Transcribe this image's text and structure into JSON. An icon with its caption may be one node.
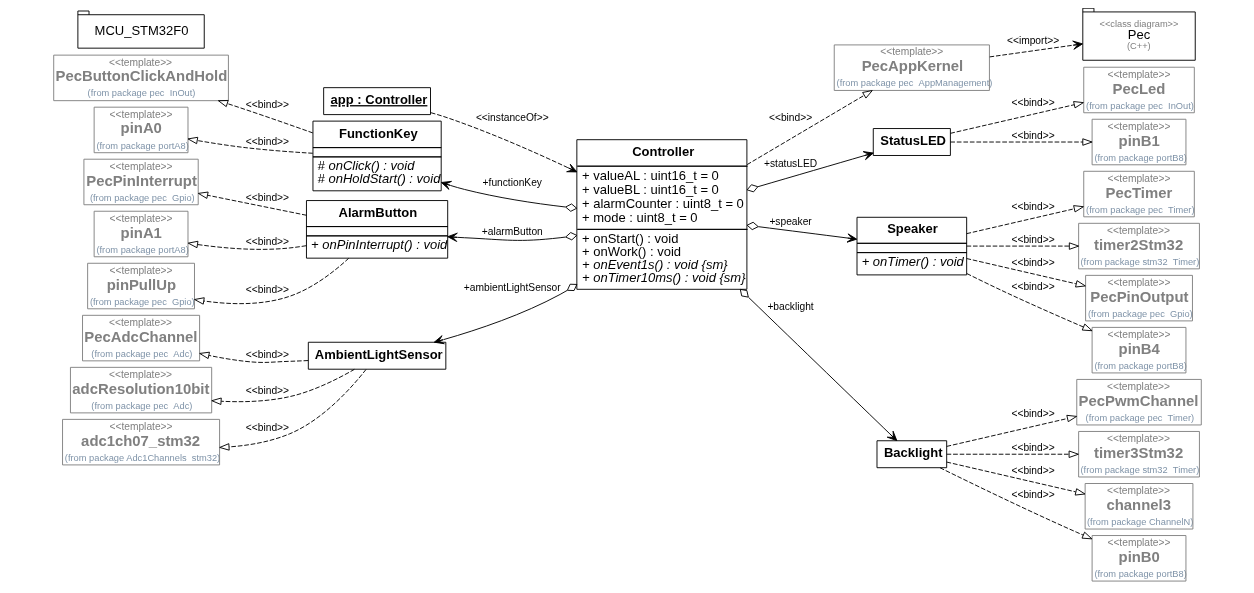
{
  "diagram": {
    "nodes": [
      {
        "text": [
          "app : Controller"
        ]
      },
      {
        "text": [
          "<<template>>",
          "PecAppKernel",
          "(from package pec  AppManagement)"
        ]
      },
      {
        "text": [
          "<<class diagram>>",
          "Pec",
          "(C++)"
        ]
      },
      {
        "text": [
          "MCU_STM32F0"
        ]
      },
      {
        "text": [
          "Controller",
          "+ valueAL : uint16_t = 0",
          "+ valueBL : uint16_t = 0",
          "+ alarmCounter : uint8_t = 0",
          "+ mode : uint8_t = 0",
          "+ onStart() : void",
          "+ onWork() : void",
          "+ onEvent1s() : void {sm}",
          "+ onTimer10ms() : void {sm}"
        ]
      },
      {
        "text": [
          "<<template>>",
          "PecButtonClickAndHold",
          "(from package pec  InOut)"
        ]
      },
      {
        "text": [
          "<<template>>",
          "pinA0",
          "(from package portA8)"
        ]
      },
      {
        "text": [
          "FunctionKey",
          "# onClick() : void",
          "# onHoldStart() : void"
        ]
      },
      {
        "text": [
          "StatusLED"
        ]
      },
      {
        "text": [
          "<<template>>",
          "PecLed",
          "(from package pec  InOut)"
        ]
      },
      {
        "text": [
          "<<template>>",
          "pinB1",
          "(from package portB8)"
        ]
      },
      {
        "text": [
          "<<template>>",
          "PecPinInterrupt",
          "(from package pec  Gpio)"
        ]
      },
      {
        "text": [
          "<<template>>",
          "pinA1",
          "(from package portA8)"
        ]
      },
      {
        "text": [
          "<<template>>",
          "pinPullUp",
          "(from package pec  Gpio)"
        ]
      },
      {
        "text": [
          "AlarmButton",
          "+ onPinInterrupt() : void"
        ]
      },
      {
        "text": [
          "Speaker",
          "+ onTimer() : void"
        ]
      },
      {
        "text": [
          "<<template>>",
          "PecTimer",
          "(from package pec  Timer)"
        ]
      },
      {
        "text": [
          "<<template>>",
          "timer2Stm32",
          "(from package stm32  Timer)"
        ]
      },
      {
        "text": [
          "<<template>>",
          "PecPinOutput",
          "(from package pec  Gpio)"
        ]
      },
      {
        "text": [
          "<<template>>",
          "pinB4",
          "(from package portB8)"
        ]
      },
      {
        "text": [
          "Backlight"
        ]
      },
      {
        "text": [
          "<<template>>",
          "PecPwmChannel",
          "(from package pec  Timer)"
        ]
      },
      {
        "text": [
          "<<template>>",
          "timer3Stm32",
          "(from package stm32  Timer)"
        ]
      },
      {
        "text": [
          "<<template>>",
          "channel3",
          "(from package ChannelN)"
        ]
      },
      {
        "text": [
          "<<template>>",
          "pinB0",
          "(from package portB8)"
        ]
      },
      {
        "text": [
          "<<template>>",
          "PecAdcChannel",
          "(from package pec  Adc)"
        ]
      },
      {
        "text": [
          "<<template>>",
          "adcResolution10bit",
          "(from package pec  Adc)"
        ]
      },
      {
        "text": [
          "<<template>>",
          "adc1ch07_stm32",
          "(from package Adc1Channels  stm32)"
        ]
      },
      {
        "text": [
          "AmbientLightSensor"
        ]
      }
    ],
    "edges": [
      {
        "from": 0,
        "to": 4,
        "arrow": "to",
        "label": "<<instanceOf>>",
        "style": "dashed"
      },
      {
        "from": 4,
        "to": 1,
        "arrow": "to",
        "label": "<<bind>>",
        "style": "dashed"
      },
      {
        "from": 1,
        "to": 2,
        "arrow": "to",
        "label": "<<import>>",
        "style": "dashed"
      },
      {
        "from": 4,
        "to": 7,
        "arrow": "to",
        "label": "+functionKey"
      },
      {
        "from": 4,
        "to": 8,
        "arrow": "to",
        "label": "+statusLED"
      },
      {
        "from": 4,
        "to": 14,
        "arrow": "to",
        "label": "+alarmButton"
      },
      {
        "from": 4,
        "to": 15,
        "arrow": "to",
        "label": "+speaker"
      },
      {
        "from": 4,
        "to": 20,
        "arrow": "to",
        "label": "+backlight"
      },
      {
        "from": 4,
        "to": 28,
        "arrow": "to",
        "label": "+ambientLightSensor"
      },
      {
        "from": 7,
        "to": 5,
        "arrow": "to",
        "label": "<<bind>>",
        "style": "dashed"
      },
      {
        "from": 7,
        "to": 6,
        "arrow": "to",
        "label": "<<bind>>",
        "style": "dashed"
      },
      {
        "from": 8,
        "to": 9,
        "arrow": "to",
        "label": "<<bind>>",
        "style": "dashed"
      },
      {
        "from": 8,
        "to": 10,
        "arrow": "to",
        "label": "<<bind>>",
        "style": "dashed"
      },
      {
        "from": 14,
        "to": 11,
        "arrow": "to",
        "label": "<<bind>>",
        "style": "dashed"
      },
      {
        "from": 14,
        "to": 12,
        "arrow": "to",
        "label": "<<bind>>",
        "style": "dashed"
      },
      {
        "from": 14,
        "to": 13,
        "arrow": "to",
        "label": "<<bind>>",
        "style": "dashed"
      },
      {
        "from": 15,
        "to": 16,
        "arrow": "to",
        "label": "<<bind>>",
        "style": "dashed"
      },
      {
        "from": 15,
        "to": 17,
        "arrow": "to",
        "label": "<<bind>>",
        "style": "dashed"
      },
      {
        "from": 15,
        "to": 18,
        "arrow": "to",
        "label": "<<bind>>",
        "style": "dashed"
      },
      {
        "from": 15,
        "to": 19,
        "arrow": "to",
        "label": "<<bind>>",
        "style": "dashed"
      },
      {
        "from": 20,
        "to": 21,
        "arrow": "to",
        "label": "<<bind>>",
        "style": "dashed"
      },
      {
        "from": 20,
        "to": 22,
        "arrow": "to",
        "label": "<<bind>>",
        "style": "dashed"
      },
      {
        "from": 20,
        "to": 23,
        "arrow": "to",
        "label": "<<bind>>",
        "style": "dashed"
      },
      {
        "from": 20,
        "to": 24,
        "arrow": "to",
        "label": "<<bind>>",
        "style": "dashed"
      },
      {
        "from": 28,
        "to": 25,
        "arrow": "to",
        "label": "<<bind>>",
        "style": "dashed"
      },
      {
        "from": 28,
        "to": 26,
        "arrow": "to",
        "label": "<<bind>>",
        "style": "dashed"
      },
      {
        "from": 28,
        "to": 27,
        "arrow": "to",
        "label": "<<bind>>",
        "style": "dashed"
      }
    ]
  }
}
